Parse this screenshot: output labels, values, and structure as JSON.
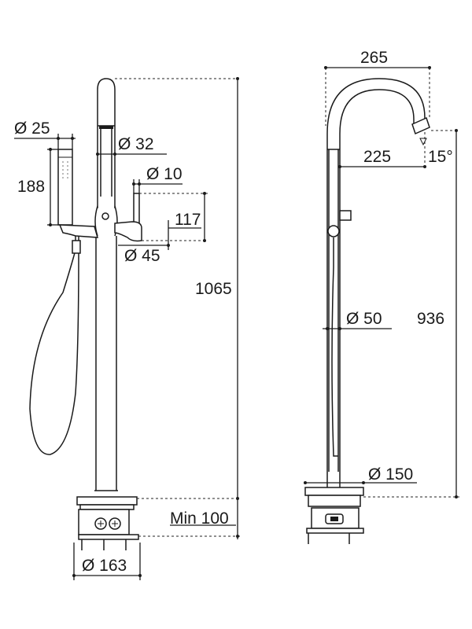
{
  "front_view": {
    "dia_handshower": "Ø 25",
    "dia_spout": "Ø 32",
    "dia_lever": "Ø 10",
    "height_handshower": "188",
    "height_lever": "117",
    "dia_body": "Ø 45",
    "height_total": "1065",
    "min_install": "Min 100",
    "dia_base": "Ø 163"
  },
  "side_view": {
    "reach": "265",
    "spout_reach": "225",
    "angle": "15°",
    "dia_column": "Ø 50",
    "height_spout": "936",
    "dia_flange": "Ø 150"
  }
}
